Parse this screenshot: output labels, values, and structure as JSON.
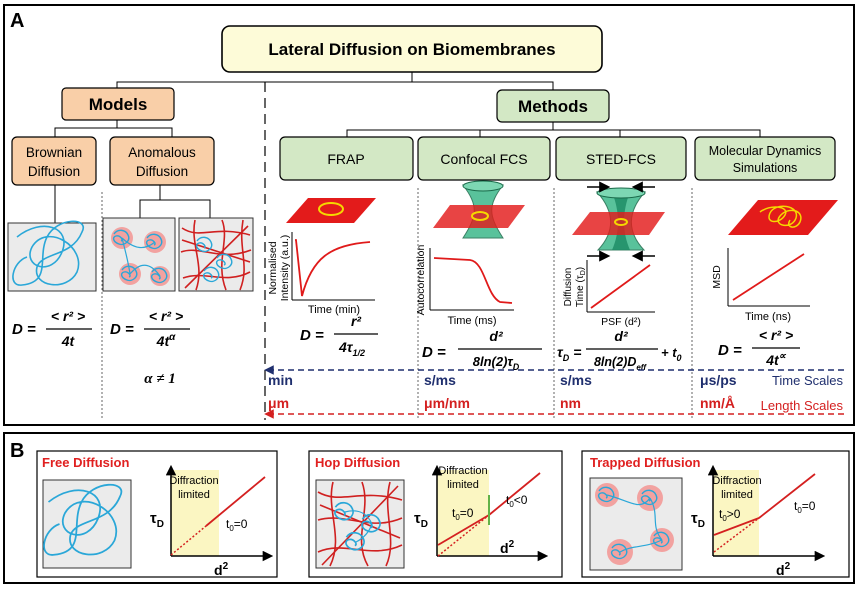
{
  "panel_a": {
    "label": "A",
    "root_title": "Lateral Diffusion on Biomembranes",
    "models": {
      "title": "Models",
      "brownian": {
        "title_line1": "Brownian",
        "title_line2": "Diffusion",
        "eq_left": "D =",
        "eq_num": "< r² >",
        "eq_den": "4t"
      },
      "anomalous": {
        "title_line1": "Anomalous",
        "title_line2": "Diffusion",
        "eq_left": "D =",
        "eq_num": "< r² >",
        "eq_den": "4t",
        "eq_den_exp": "α",
        "alpha_condition": "α ≠ 1"
      }
    },
    "methods": {
      "title": "Methods",
      "items": [
        {
          "title": "FRAP",
          "ylabel_line1": "Normalised",
          "ylabel_line2": "Intensity (a.u.)",
          "xlabel": "Time (min)",
          "eq_left": "D =",
          "eq_num": "r²",
          "eq_den": "4τ",
          "eq_den_sub": "1/2",
          "time_scale": "min",
          "length_scale": "μm"
        },
        {
          "title": "Confocal FCS",
          "ylabel_line1": "Autocorrelation",
          "xlabel": "Time (ms)",
          "eq_left": "D =",
          "eq_num": "d²",
          "eq_den": "8ln(2)τ",
          "eq_den_sub": "D",
          "time_scale": "s/ms",
          "length_scale": "μm/nm"
        },
        {
          "title": "STED-FCS",
          "ylabel_line1": "Diffusion",
          "ylabel_line2": "Time (τ",
          "ylabel_sub": "D",
          "ylabel_close": ")",
          "xlabel": "PSF (d²)",
          "eq_left": "τ",
          "eq_left_sub": "D",
          "eq_eq": "=",
          "eq_num": "d²",
          "eq_den": "8ln(2)D",
          "eq_den_sub": "eff",
          "eq_tail": "+ t",
          "eq_tail_sub": "0",
          "time_scale": "s/ms",
          "length_scale": "nm"
        },
        {
          "title_line1": "Molecular Dynamics",
          "title_line2": "Simulations",
          "ylabel_line1": "MSD",
          "xlabel": "Time (ns)",
          "eq_left": "D =",
          "eq_num": "< r² >",
          "eq_den": "4t",
          "eq_den_exp": "∝",
          "time_scale": "μs/ps",
          "length_scale": "nm/Å"
        }
      ]
    },
    "time_scales_label": "Time Scales",
    "length_scales_label": "Length Scales"
  },
  "panel_b": {
    "label": "B",
    "boxes": [
      {
        "title": "Free Diffusion",
        "limit_line1": "Diffraction",
        "limit_line2": "limited",
        "y_axis": "τ",
        "y_axis_sub": "D",
        "x_axis": "d",
        "x_axis_exp": "2",
        "annotations": [
          {
            "base": "t",
            "sub": "0",
            "rest": "=0"
          }
        ]
      },
      {
        "title": "Hop Diffusion",
        "limit_line1": "Diffraction",
        "limit_line2": "limited",
        "y_axis": "τ",
        "y_axis_sub": "D",
        "x_axis": "d",
        "x_axis_exp": "2",
        "annotations": [
          {
            "base": "t",
            "sub": "0",
            "rest": "=0"
          },
          {
            "base": "t",
            "sub": "0",
            "rest": "<0"
          }
        ]
      },
      {
        "title": "Trapped Diffusion",
        "limit_line1": "Diffraction",
        "limit_line2": "limited",
        "y_axis": "τ",
        "y_axis_sub": "D",
        "x_axis": "d",
        "x_axis_exp": "2",
        "annotations": [
          {
            "base": "t",
            "sub": "0",
            "rest": ">0"
          },
          {
            "base": "t",
            "sub": "0",
            "rest": "=0"
          }
        ]
      }
    ]
  },
  "colors": {
    "root_fill": "#fdfbd8",
    "model_fill": "#f9cfa8",
    "method_fill": "#d3e8c5",
    "title_red": "#e02020",
    "scale_navy": "#1f2f6e",
    "scale_red": "#d42020",
    "trace_blue": "#2aa7d8",
    "plot_red": "#e01a1a",
    "limit_yellow": "#fbf6c2"
  }
}
